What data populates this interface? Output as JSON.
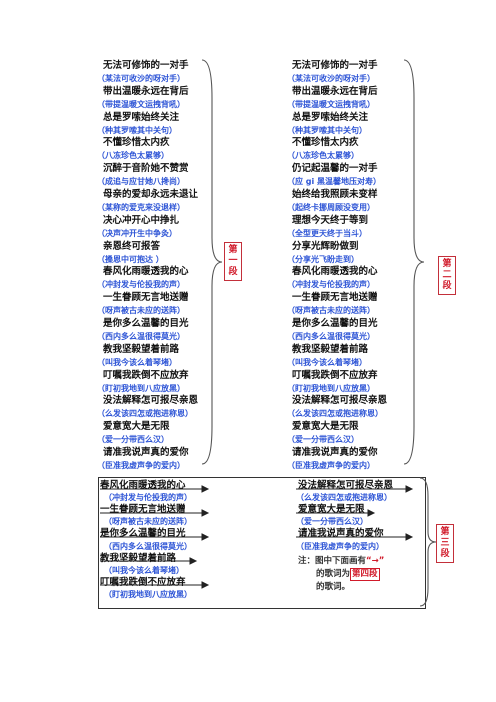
{
  "left_column": [
    {
      "zh": "无法可修饰的一对手",
      "py": "（某法可收沙的呀对手）"
    },
    {
      "zh": "带出温暖永远在背后",
      "py": "（带提温暖文运拽背吼）"
    },
    {
      "zh": "总是罗嗦始终关注",
      "py": "（种其罗嗦其中关句）"
    },
    {
      "zh": "不懂珍惜太内疚",
      "py": "（八冻珍色太累够）"
    },
    {
      "zh": "沉醉于音阶她不赞赏",
      "py": "（成追与应甘她八搀尚）"
    },
    {
      "zh": "母亲的爱却永远未退让",
      "py": "（某称的爱克来没退样）"
    },
    {
      "zh": "决心冲开心中挣扎",
      "py": "（决声冲开生中争灸）"
    },
    {
      "zh": "亲恩终可报答",
      "py": "（搡恩中可抱达 ）"
    },
    {
      "zh": "春风化雨暖透我的心",
      "py": "（冲封发与伦投我的声）"
    },
    {
      "zh": "一生眷顾无言地送赠",
      "py": "（呀声被古未应的送阵）"
    },
    {
      "zh": "是你多么温馨的目光",
      "py": "（西内多么温很得莫光）"
    },
    {
      "zh": "教我坚毅望着前路",
      "py": "（叫我今该么着琴堵）"
    },
    {
      "zh": "叮嘱我跌倒不应放弃",
      "py": "（盯初我地到八应放黑）"
    },
    {
      "zh": "没法解释怎可报尽亲恩",
      "py": "（么发该四怎或抱进称恩）"
    },
    {
      "zh": "爱意宽大是无限",
      "py": "（爱一分带西么汉）"
    },
    {
      "zh": "请准我说声真的爱你",
      "py": "（臣准我虚声争的爱内）"
    }
  ],
  "right_column": [
    {
      "zh": "无法可修饰的一对手",
      "py": "（某法可收沙的呀对手）"
    },
    {
      "zh": "带出温暖永远在背后",
      "py": "（带提温暖文运拽背吼）"
    },
    {
      "zh": "总是罗嗦始终关注",
      "py": "（种其罗嗦其中关句）"
    },
    {
      "zh": "不懂珍惜太内疚",
      "py": "（八冻珍色太累够）"
    },
    {
      "zh": "仍记起温馨的一对手",
      "py": "（应 gi 黑温馨地压对寿）"
    },
    {
      "zh": "始终给我照顾未变样",
      "py": "（起终卡挪周顾没变用）"
    },
    {
      "zh": "理想今天终于等到",
      "py": "（全型更天终于当斗）"
    },
    {
      "zh": "分享光辉盼做到",
      "py": "（分享光飞盼走到）"
    },
    {
      "zh": "春风化雨暖透我的心",
      "py": "（冲封发与伦投我的声）"
    },
    {
      "zh": "一生眷顾无言地送赠",
      "py": "（呀声被古未应的送阵）"
    },
    {
      "zh": "是你多么温馨的目光",
      "py": "（西内多么温很得莫光）"
    },
    {
      "zh": "教我坚毅望着前路",
      "py": "（叫我今该么着琴堵）"
    },
    {
      "zh": "叮嘱我跌倒不应放弃",
      "py": "（盯初我地到八应放黑）"
    },
    {
      "zh": "没法解释怎可报尽亲恩",
      "py": "（么发该四怎或抱进称恩）"
    },
    {
      "zh": "爱意宽大是无限",
      "py": "（爱一分带西么汉）"
    },
    {
      "zh": "请准我说声真的爱你",
      "py": "（臣准我虚声争的爱内）"
    }
  ],
  "bottom_left": [
    {
      "zh": "春风化雨暖透我的心",
      "py": "（冲封发与伦投我的声）"
    },
    {
      "zh": "一生眷顾无言地送赠",
      "py": "（呀声被古未应的送阵）"
    },
    {
      "zh": "是你多么温馨的目光",
      "py": "（西内多么温很得莫光）"
    },
    {
      "zh": "教我坚毅望着前路",
      "py": "（叫我今该么着琴堵）"
    },
    {
      "zh": "叮嘱我跌倒不应放弃",
      "py": "（盯初我地到八应放黑）"
    }
  ],
  "bottom_right": [
    {
      "zh": "没法解释怎可报尽亲恩",
      "py": "（么发该四怎或抱进称恩）"
    },
    {
      "zh": "爱意宽大是无限",
      "py": "（爱一分带西么汉）"
    },
    {
      "zh": "请准我说声真的爱你",
      "py": "（臣准我虚声争的爱内）"
    }
  ],
  "sections": {
    "first": "第一段",
    "second": "第二段",
    "third": "第三段"
  },
  "note": {
    "prefix": "注：图中下面画有",
    "arrow": "“→”",
    "mid": "的歌词为",
    "box": "第四段",
    "suffix": "的歌词。"
  }
}
